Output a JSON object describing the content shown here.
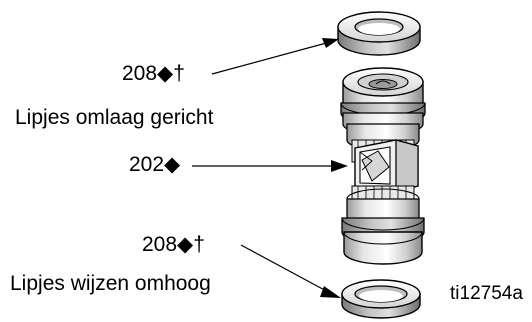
{
  "labels": {
    "part_top": "208◆†",
    "note_top": "Lipjes omlaag gericht",
    "part_mid": "202◆",
    "part_bottom": "208◆†",
    "note_bottom": "Lipjes wijzen omhoog",
    "figure_id": "ti12754a"
  },
  "colors": {
    "metal_light": "#f2f2f2",
    "metal_mid": "#c8c8c8",
    "metal_dark": "#8c8c8c",
    "outline": "#000000"
  }
}
